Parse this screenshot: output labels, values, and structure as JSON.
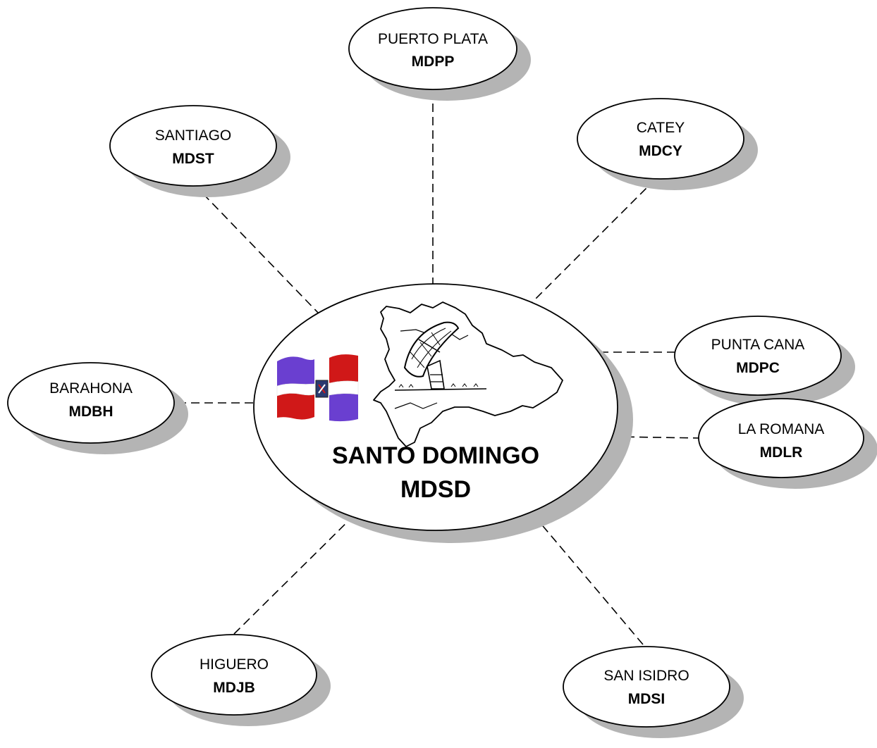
{
  "hub": {
    "name": "SANTO DOMINGO",
    "code": "MDSD",
    "flag_colors": {
      "blue": "#6a3fd0",
      "red": "#d01818",
      "white": "#ffffff"
    }
  },
  "stations": [
    {
      "id": "puerto-plata",
      "name": "PUERTO PLATA",
      "code": "MDPP"
    },
    {
      "id": "santiago",
      "name": "SANTIAGO",
      "code": "MDST"
    },
    {
      "id": "catey",
      "name": "CATEY",
      "code": "MDCY"
    },
    {
      "id": "punta-cana",
      "name": "PUNTA CANA",
      "code": "MDPC"
    },
    {
      "id": "barahona",
      "name": "BARAHONA",
      "code": "MDBH"
    },
    {
      "id": "la-romana",
      "name": "LA ROMANA",
      "code": "MDLR"
    },
    {
      "id": "higuero",
      "name": "HIGUERO",
      "code": "MDJB"
    },
    {
      "id": "san-isidro",
      "name": "SAN ISIDRO",
      "code": "MDSI"
    }
  ]
}
